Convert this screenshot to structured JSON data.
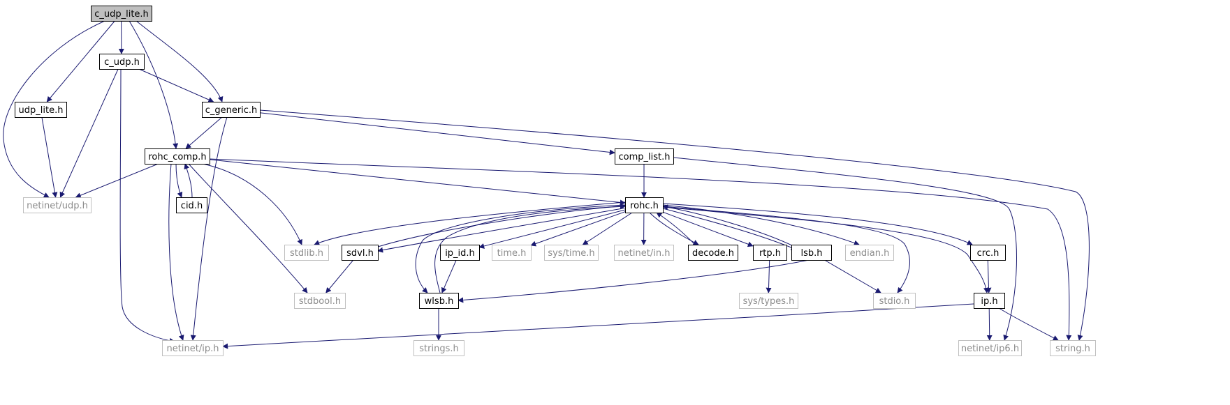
{
  "graph": {
    "root": "c_udp_lite.h",
    "colors": {
      "edge": "#191970",
      "documented_border": "#000000",
      "undocumented_border": "#bfbfbf",
      "undocumented_text": "#8c8c8c",
      "root_fill": "#bfbfbf",
      "node_fill": "#ffffff"
    },
    "nodes": [
      {
        "id": "c_udp_lite",
        "label": "c_udp_lite.h",
        "kind": "root"
      },
      {
        "id": "c_udp",
        "label": "c_udp.h",
        "kind": "documented"
      },
      {
        "id": "udp_lite",
        "label": "udp_lite.h",
        "kind": "documented"
      },
      {
        "id": "c_generic",
        "label": "c_generic.h",
        "kind": "documented"
      },
      {
        "id": "rohc_comp",
        "label": "rohc_comp.h",
        "kind": "documented"
      },
      {
        "id": "comp_list",
        "label": "comp_list.h",
        "kind": "documented"
      },
      {
        "id": "netinet_udp",
        "label": "netinet/udp.h",
        "kind": "external"
      },
      {
        "id": "cid",
        "label": "cid.h",
        "kind": "documented"
      },
      {
        "id": "rohc",
        "label": "rohc.h",
        "kind": "documented"
      },
      {
        "id": "stdlib",
        "label": "stdlib.h",
        "kind": "external"
      },
      {
        "id": "sdvl",
        "label": "sdvl.h",
        "kind": "documented"
      },
      {
        "id": "ip_id",
        "label": "ip_id.h",
        "kind": "documented"
      },
      {
        "id": "time",
        "label": "time.h",
        "kind": "external"
      },
      {
        "id": "sys_time",
        "label": "sys/time.h",
        "kind": "external"
      },
      {
        "id": "netinet_in",
        "label": "netinet/in.h",
        "kind": "external"
      },
      {
        "id": "decode",
        "label": "decode.h",
        "kind": "documented"
      },
      {
        "id": "rtp",
        "label": "rtp.h",
        "kind": "documented"
      },
      {
        "id": "lsb",
        "label": "lsb.h",
        "kind": "documented"
      },
      {
        "id": "endian",
        "label": "endian.h",
        "kind": "external"
      },
      {
        "id": "crc",
        "label": "crc.h",
        "kind": "documented"
      },
      {
        "id": "stdbool",
        "label": "stdbool.h",
        "kind": "external"
      },
      {
        "id": "wlsb",
        "label": "wlsb.h",
        "kind": "documented"
      },
      {
        "id": "sys_types",
        "label": "sys/types.h",
        "kind": "external"
      },
      {
        "id": "stdio",
        "label": "stdio.h",
        "kind": "external"
      },
      {
        "id": "ip",
        "label": "ip.h",
        "kind": "documented"
      },
      {
        "id": "netinet_ip",
        "label": "netinet/ip.h",
        "kind": "external"
      },
      {
        "id": "strings",
        "label": "strings.h",
        "kind": "external"
      },
      {
        "id": "netinet_ip6",
        "label": "netinet/ip6.h",
        "kind": "external"
      },
      {
        "id": "string",
        "label": "string.h",
        "kind": "external"
      }
    ],
    "edges": [
      [
        "c_udp_lite",
        "netinet_udp"
      ],
      [
        "c_udp_lite",
        "udp_lite"
      ],
      [
        "c_udp_lite",
        "c_udp"
      ],
      [
        "c_udp_lite",
        "rohc_comp"
      ],
      [
        "c_udp_lite",
        "c_generic"
      ],
      [
        "c_udp",
        "netinet_udp"
      ],
      [
        "c_udp",
        "c_generic"
      ],
      [
        "c_udp",
        "netinet_ip"
      ],
      [
        "udp_lite",
        "netinet_udp"
      ],
      [
        "c_generic",
        "rohc_comp"
      ],
      [
        "c_generic",
        "netinet_ip"
      ],
      [
        "c_generic",
        "comp_list"
      ],
      [
        "c_generic",
        "string"
      ],
      [
        "rohc_comp",
        "netinet_udp"
      ],
      [
        "rohc_comp",
        "cid"
      ],
      [
        "rohc_comp",
        "netinet_ip"
      ],
      [
        "rohc_comp",
        "stdbool"
      ],
      [
        "rohc_comp",
        "stdlib"
      ],
      [
        "rohc_comp",
        "rohc"
      ],
      [
        "rohc_comp",
        "string"
      ],
      [
        "cid",
        "rohc_comp"
      ],
      [
        "comp_list",
        "rohc"
      ],
      [
        "comp_list",
        "netinet_ip6"
      ],
      [
        "rohc",
        "stdlib"
      ],
      [
        "rohc",
        "sdvl"
      ],
      [
        "rohc",
        "wlsb"
      ],
      [
        "rohc",
        "ip_id"
      ],
      [
        "rohc",
        "time"
      ],
      [
        "rohc",
        "sys_time"
      ],
      [
        "rohc",
        "netinet_in"
      ],
      [
        "rohc",
        "decode"
      ],
      [
        "rohc",
        "rtp"
      ],
      [
        "rohc",
        "lsb"
      ],
      [
        "rohc",
        "endian"
      ],
      [
        "rohc",
        "stdio"
      ],
      [
        "rohc",
        "ip"
      ],
      [
        "rohc",
        "crc"
      ],
      [
        "sdvl",
        "rohc"
      ],
      [
        "sdvl",
        "stdbool"
      ],
      [
        "ip_id",
        "wlsb"
      ],
      [
        "decode",
        "rohc"
      ],
      [
        "rtp",
        "sys_types"
      ],
      [
        "lsb",
        "rohc"
      ],
      [
        "lsb",
        "wlsb"
      ],
      [
        "lsb",
        "stdio"
      ],
      [
        "wlsb",
        "rohc"
      ],
      [
        "wlsb",
        "strings"
      ],
      [
        "crc",
        "ip"
      ],
      [
        "ip",
        "netinet_ip"
      ],
      [
        "ip",
        "netinet_ip6"
      ],
      [
        "ip",
        "string"
      ]
    ]
  }
}
